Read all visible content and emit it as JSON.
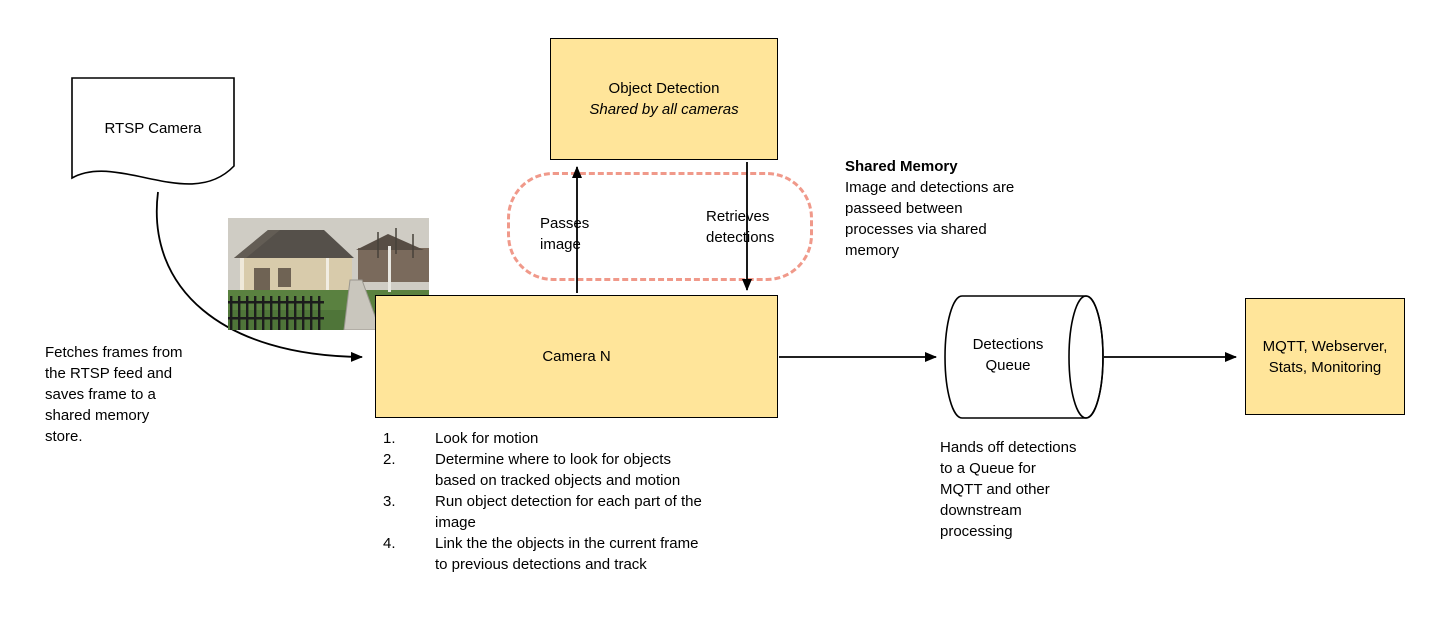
{
  "colors": {
    "box_fill": "#FFE59A",
    "box_border": "#000000",
    "dashed_region": "#F0998A",
    "arrow": "#000000"
  },
  "nodes": {
    "rtsp_camera": {
      "label": "RTSP Camera"
    },
    "object_detection": {
      "title": "Object Detection",
      "subtitle": "Shared by all cameras"
    },
    "camera_n": {
      "label": "Camera N"
    },
    "detections_queue": {
      "label": "Detections\nQueue"
    },
    "outputs": {
      "label": "MQTT, Webserver,\nStats, Monitoring"
    }
  },
  "edges": {
    "passes_image": "Passes\nimage",
    "retrieves_detections": "Retrieves\ndetections"
  },
  "notes": {
    "fetch": "Fetches frames from\nthe RTSP feed and\nsaves frame to a\nshared memory\nstore.",
    "shared_memory_title": "Shared Memory",
    "shared_memory_body": "Image and detections are\npasseed between\nprocesses via shared\nmemory",
    "queue_handoff": "Hands off detections\nto a Queue for\nMQTT and other\ndownstream\nprocessing"
  },
  "camera_steps": [
    {
      "num": "1.",
      "text": "Look for motion"
    },
    {
      "num": "2.",
      "text": "Determine where to look for objects\nbased on tracked objects and motion"
    },
    {
      "num": "3.",
      "text": "Run object detection for each part of the\nimage"
    },
    {
      "num": "4.",
      "text": "Link the the objects in the current frame\nto previous detections and track"
    }
  ]
}
